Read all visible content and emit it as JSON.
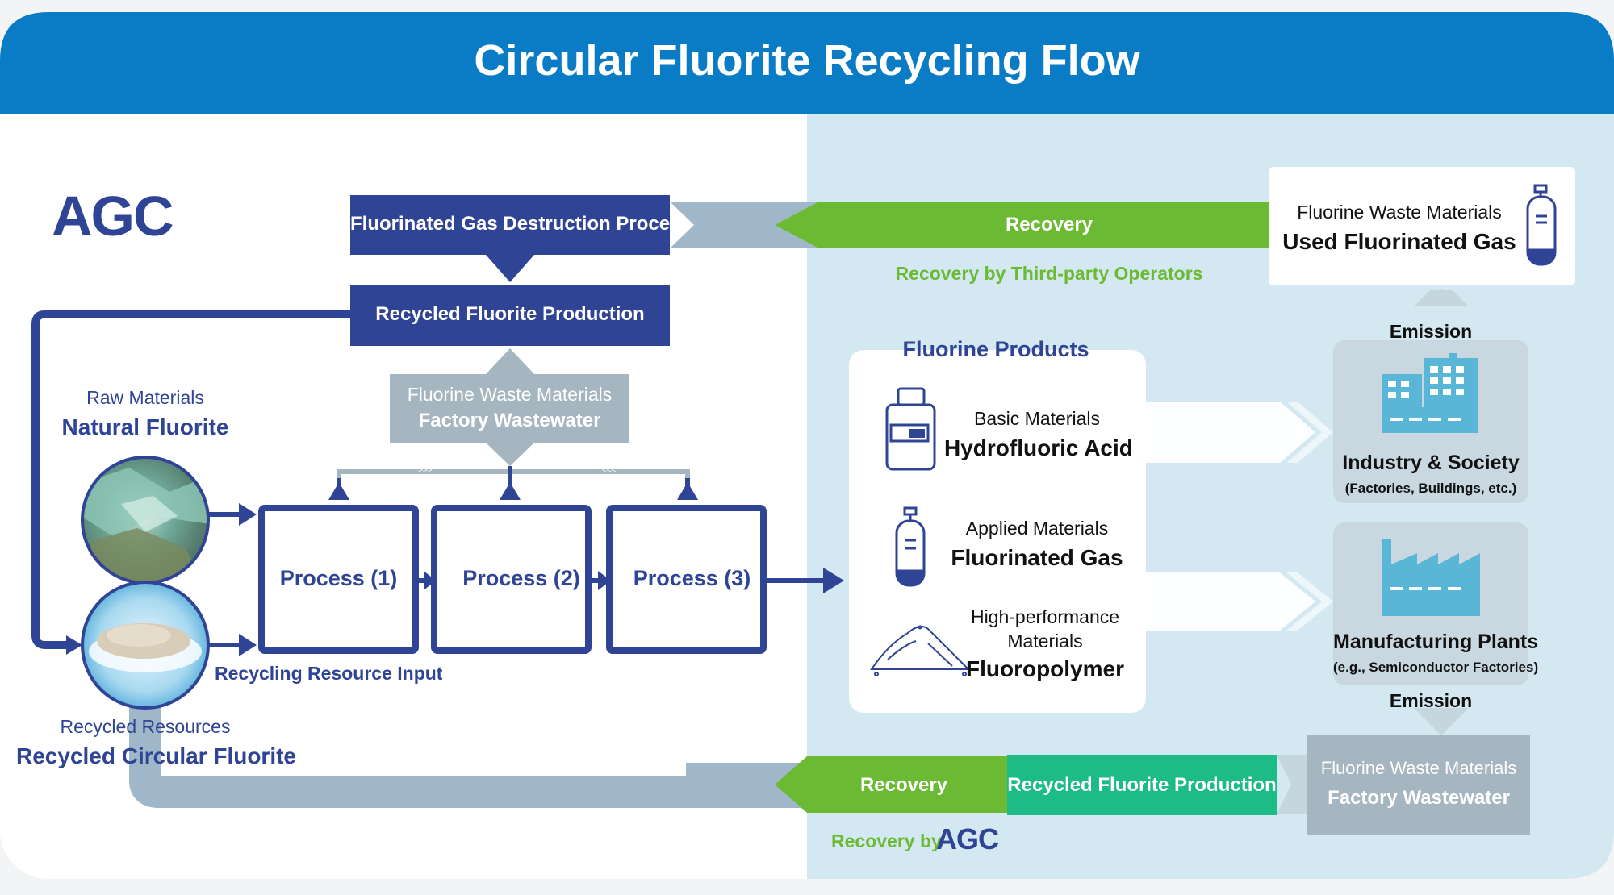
{
  "title": "Circular Fluorite Recycling Flow",
  "brand": {
    "name": "AGC",
    "color": "#2f4495"
  },
  "colors": {
    "header_blue": "#0a7cc5",
    "navy": "#2f4495",
    "recovery_green": "#6cba34",
    "teal_box": "#1dbb85",
    "light_panel": "#d3e8f0",
    "grey_box": "#a6b6c0"
  },
  "top_flow": {
    "destruction_process": "Fluorinated Gas Destruction Process",
    "recycled_production": "Recycled Fluorite Production",
    "recovery_label": "Recovery",
    "third_party_note": "Recovery by Third-party Operators"
  },
  "wastewater_left": {
    "caption": "Fluorine Waste Materials",
    "name": "Factory Wastewater"
  },
  "raw": {
    "caption": "Raw Materials",
    "name": "Natural Fluorite"
  },
  "recycled": {
    "caption": "Recycled Resources",
    "name": "Recycled Circular Fluorite"
  },
  "processes": [
    "Process  (1)",
    "Process  (2)",
    "Process  (3)"
  ],
  "recycling_input": "Recycling Resource Input",
  "products": {
    "title": "Fluorine Products",
    "items": [
      {
        "caption": "Basic Materials",
        "name": "Hydrofluoric Acid",
        "icon": "bottle-icon"
      },
      {
        "caption": "Applied Materials",
        "name": "Fluorinated Gas",
        "icon": "gas-cylinder-icon"
      },
      {
        "caption_line1": "High-performance",
        "caption_line2": "Materials",
        "name": "Fluoropolymer",
        "icon": "powder-pile-icon"
      }
    ]
  },
  "used_gas": {
    "caption": "Fluorine Waste Materials",
    "name": "Used Fluorinated Gas"
  },
  "industry": {
    "name": "Industry & Society",
    "sub": "(Factories, Buildings, etc.)",
    "icon": "buildings-icon"
  },
  "plants": {
    "name": "Manufacturing Plants",
    "sub": "(e.g., Semiconductor Factories)",
    "icon": "factory-icon"
  },
  "emission_top": "Emission",
  "emission_bottom": "Emission",
  "wastewater_right": {
    "caption": "Fluorine Waste Materials",
    "name": "Factory Wastewater"
  },
  "bottom_flow": {
    "recovery_label": "Recovery",
    "recycled_production": "Recycled Fluorite Production",
    "agc_note_prefix": "Recovery by",
    "agc_note_brand": "AGC"
  }
}
